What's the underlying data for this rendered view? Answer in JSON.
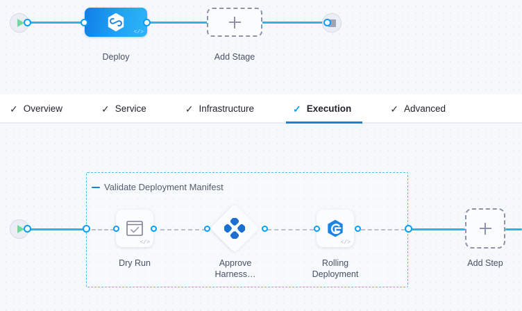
{
  "stage_canvas": {
    "start_node": {
      "name": "pipeline-start",
      "icon": "play-icon"
    },
    "stop_node": {
      "name": "pipeline-stop",
      "icon": "stop-square-icon"
    },
    "stages": [
      {
        "label": "Deploy",
        "icon": "harness-logo-icon",
        "badge": "</>",
        "type": "deployment"
      }
    ],
    "add_stage": {
      "label": "Add Stage",
      "icon": "plus-icon"
    }
  },
  "tabs": [
    {
      "label": "Overview",
      "icon": "check-icon",
      "active": false
    },
    {
      "label": "Service",
      "icon": "check-icon",
      "active": false
    },
    {
      "label": "Infrastructure",
      "icon": "check-icon",
      "active": false
    },
    {
      "label": "Execution",
      "icon": "check-icon",
      "active": true
    },
    {
      "label": "Advanced",
      "icon": "check-icon",
      "active": false
    }
  ],
  "execution_canvas": {
    "start_node": {
      "name": "execution-start",
      "icon": "play-icon"
    },
    "step_group": {
      "title": "Validate Deployment Manifest",
      "collapse_icon": "minus-icon"
    },
    "steps": [
      {
        "label": "Dry Run",
        "icon": "dry-run-checkbox-icon",
        "badge": "</>",
        "shape": "rounded"
      },
      {
        "label": "Approve\nHarness…",
        "icon": "harness-approval-icon",
        "badge": "",
        "shape": "diamond"
      },
      {
        "label": "Rolling\nDeployment",
        "icon": "rolling-deployment-icon",
        "badge": "</>",
        "shape": "rounded"
      }
    ],
    "add_step": {
      "label": "Add Step",
      "icon": "plus-icon"
    }
  },
  "colors": {
    "accent_blue": "#0a9cf5",
    "link_blue": "#1c7fd6",
    "connector_blue": "#29b5e8",
    "group_border": "#4dbdf0",
    "canvas_bg": "#f6f9fc",
    "dashed_gray": "#8e92a8",
    "play_green": "#6fd89a"
  }
}
